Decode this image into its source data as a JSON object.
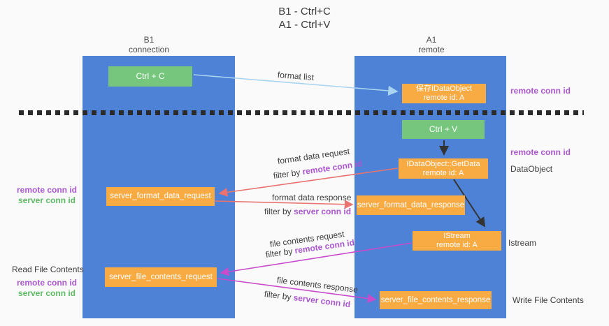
{
  "title": {
    "line1": "B1 - Ctrl+C",
    "line2": "A1 - Ctrl+V"
  },
  "lanes": {
    "left": {
      "name": "B1",
      "role": "connection"
    },
    "right": {
      "name": "A1",
      "role": "remote"
    }
  },
  "nodes": {
    "ctrl_c": "Ctrl + C",
    "ctrl_v": "Ctrl + V",
    "save_dataobject": {
      "line1": "保存IDataObject",
      "line2": "remote id: A"
    },
    "getdata": {
      "line1": "IDataObject::GetData",
      "line2": "remote id: A"
    },
    "istream": {
      "line1": "IStream",
      "line2": "remote id: A"
    },
    "server_format_data_request": "server_format_data_request",
    "server_format_data_response": "server_format_data_response",
    "server_file_contents_request": "server_file_contents_request",
    "server_file_contents_response": "server_file_contents_response"
  },
  "edge_labels": {
    "format_list": "format list",
    "format_data_request": "format data request",
    "format_data_response": "format data response",
    "file_contents_request": "file contents request",
    "file_contents_response": "file contents response",
    "filter_by": "filter by ",
    "remote_conn_id": "remote conn id",
    "server_conn_id": "server conn id"
  },
  "side_labels": {
    "right_remote_conn_id_1": "remote conn id",
    "right_remote_conn_id_2": "remote conn id",
    "right_dataobject": "DataObject",
    "right_istream": "Istream",
    "right_write_file_contents": "Write File Contents",
    "left_remote_conn_id_1": "remote conn id",
    "left_server_conn_id_1": "server conn id",
    "left_read_file_contents": "Read File Contents",
    "left_remote_conn_id_2": "remote conn id",
    "left_server_conn_id_2": "server conn id"
  },
  "colors": {
    "lane_blue": "#4d82d6",
    "box_orange": "#f8aa43",
    "box_green": "#76c77d",
    "purple_text": "#ab57ce",
    "green_text": "#5fba66",
    "arrow_salmon": "#e87370",
    "arrow_magenta": "#c94ccc",
    "arrow_lightblue": "#a9d4f0",
    "arrow_black": "#333333",
    "dash_black": "#2b2b2b"
  }
}
